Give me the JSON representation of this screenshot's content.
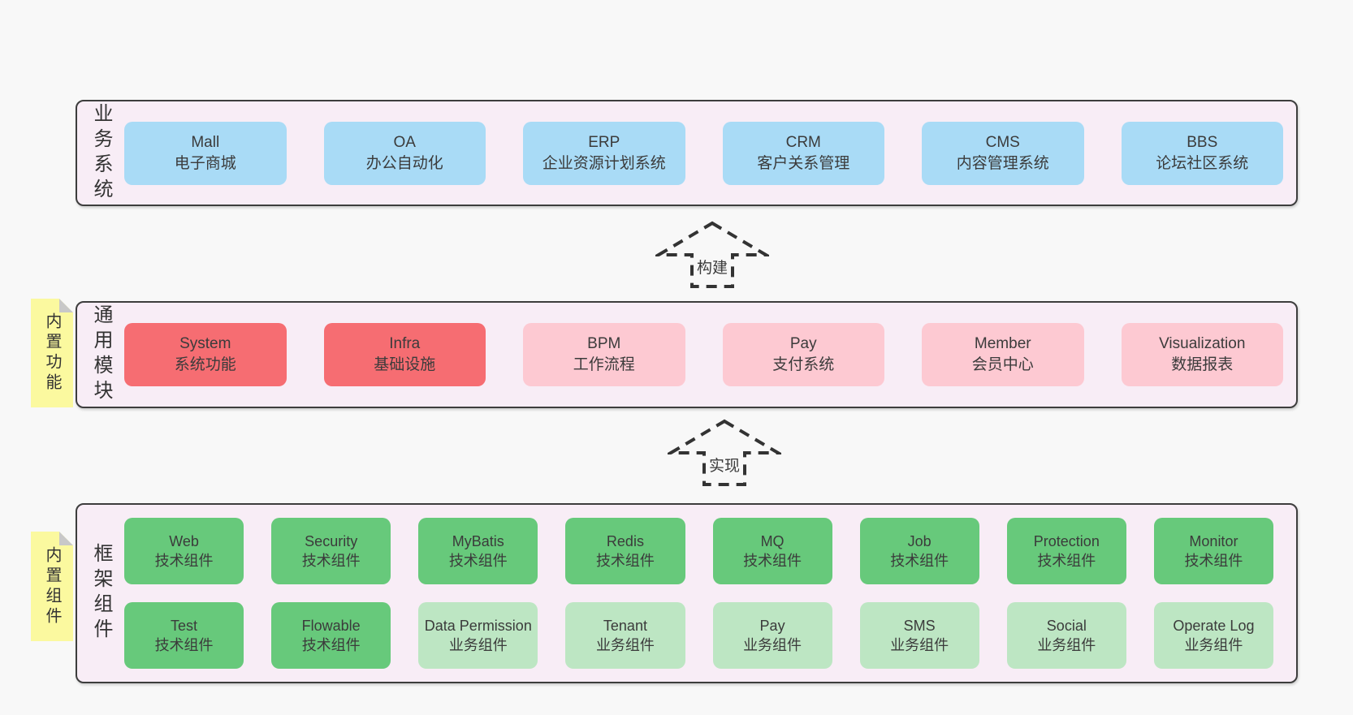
{
  "colors": {
    "page_bg": "#f8f8f8",
    "section_bg": "#f8edf6",
    "section_border": "#3d3d3d",
    "box_blue": "#a9dbf6",
    "box_red": "#f66d72",
    "box_pink": "#fdc9d2",
    "box_green": "#67c97b",
    "box_green_light": "#bde6c3",
    "sticky_yellow": "#fbf99f",
    "sticky_fold": "#c8c8c8",
    "text_dark": "#3b3b3b",
    "arrow_stroke": "#333333"
  },
  "arrows": {
    "build": {
      "label": "构建"
    },
    "implement": {
      "label": "实现"
    }
  },
  "sections": {
    "business": {
      "side_label": "业务系统",
      "boxes": [
        {
          "title": "Mall",
          "subtitle": "电子商城"
        },
        {
          "title": "OA",
          "subtitle": "办公自动化"
        },
        {
          "title": "ERP",
          "subtitle": "企业资源计划系统"
        },
        {
          "title": "CRM",
          "subtitle": "客户关系管理"
        },
        {
          "title": "CMS",
          "subtitle": "内容管理系统"
        },
        {
          "title": "BBS",
          "subtitle": "论坛社区系统"
        }
      ]
    },
    "modules": {
      "side_label": "通用模块",
      "sticky_label": "内置功能",
      "boxes": [
        {
          "title": "System",
          "subtitle": "系统功能"
        },
        {
          "title": "Infra",
          "subtitle": "基础设施"
        },
        {
          "title": "BPM",
          "subtitle": "工作流程"
        },
        {
          "title": "Pay",
          "subtitle": "支付系统"
        },
        {
          "title": "Member",
          "subtitle": "会员中心"
        },
        {
          "title": "Visualization",
          "subtitle": "数据报表"
        }
      ]
    },
    "framework": {
      "side_label": "框架组件",
      "sticky_label": "内置组件",
      "row1": [
        {
          "title": "Web",
          "subtitle": "技术组件"
        },
        {
          "title": "Security",
          "subtitle": "技术组件"
        },
        {
          "title": "MyBatis",
          "subtitle": "技术组件"
        },
        {
          "title": "Redis",
          "subtitle": "技术组件"
        },
        {
          "title": "MQ",
          "subtitle": "技术组件"
        },
        {
          "title": "Job",
          "subtitle": "技术组件"
        },
        {
          "title": "Protection",
          "subtitle": "技术组件"
        },
        {
          "title": "Monitor",
          "subtitle": "技术组件"
        }
      ],
      "row2": [
        {
          "title": "Test",
          "subtitle": "技术组件"
        },
        {
          "title": "Flowable",
          "subtitle": "技术组件"
        },
        {
          "title": "Data Permission",
          "subtitle": "业务组件"
        },
        {
          "title": "Tenant",
          "subtitle": "业务组件"
        },
        {
          "title": "Pay",
          "subtitle": "业务组件"
        },
        {
          "title": "SMS",
          "subtitle": "业务组件"
        },
        {
          "title": "Social",
          "subtitle": "业务组件"
        },
        {
          "title": "Operate Log",
          "subtitle": "业务组件"
        }
      ]
    }
  }
}
